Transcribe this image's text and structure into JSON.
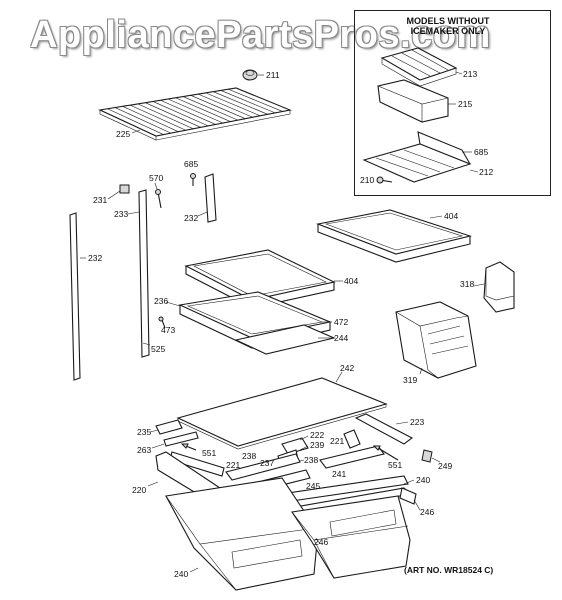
{
  "watermark": "AppliancePartsPros.com",
  "inset": {
    "title_line1": "MODELS WITHOUT",
    "title_line2": "ICEMAKER ONLY"
  },
  "art_number": "(ART NO. WR18524 C)",
  "callouts": [
    {
      "id": "c211",
      "label": "211"
    },
    {
      "id": "c213",
      "label": "213"
    },
    {
      "id": "c215",
      "label": "215"
    },
    {
      "id": "c225",
      "label": "225"
    },
    {
      "id": "c685a",
      "label": "685"
    },
    {
      "id": "c570",
      "label": "570"
    },
    {
      "id": "c685b",
      "label": "685"
    },
    {
      "id": "c231",
      "label": "231"
    },
    {
      "id": "c233",
      "label": "233"
    },
    {
      "id": "c232a",
      "label": "232"
    },
    {
      "id": "c210",
      "label": "210"
    },
    {
      "id": "c212",
      "label": "212"
    },
    {
      "id": "c404a",
      "label": "404"
    },
    {
      "id": "c232b",
      "label": "232"
    },
    {
      "id": "c404b",
      "label": "404"
    },
    {
      "id": "c318",
      "label": "318"
    },
    {
      "id": "c236",
      "label": "236"
    },
    {
      "id": "c472",
      "label": "472"
    },
    {
      "id": "c473",
      "label": "473"
    },
    {
      "id": "c244",
      "label": "244"
    },
    {
      "id": "c525",
      "label": "525"
    },
    {
      "id": "c319",
      "label": "319"
    },
    {
      "id": "c242",
      "label": "242"
    },
    {
      "id": "c223",
      "label": "223"
    },
    {
      "id": "c235",
      "label": "235"
    },
    {
      "id": "c222",
      "label": "222"
    },
    {
      "id": "c239",
      "label": "239"
    },
    {
      "id": "c221a",
      "label": "221"
    },
    {
      "id": "c263",
      "label": "263"
    },
    {
      "id": "c551a",
      "label": "551"
    },
    {
      "id": "c238a",
      "label": "238"
    },
    {
      "id": "c238b",
      "label": "238"
    },
    {
      "id": "c221b",
      "label": "221"
    },
    {
      "id": "c237",
      "label": "237"
    },
    {
      "id": "c551b",
      "label": "551"
    },
    {
      "id": "c249",
      "label": "249"
    },
    {
      "id": "c241",
      "label": "241"
    },
    {
      "id": "c220",
      "label": "220"
    },
    {
      "id": "c240a",
      "label": "240"
    },
    {
      "id": "c245",
      "label": "245"
    },
    {
      "id": "c246a",
      "label": "246"
    },
    {
      "id": "c246b",
      "label": "246"
    },
    {
      "id": "c240b",
      "label": "240"
    }
  ]
}
